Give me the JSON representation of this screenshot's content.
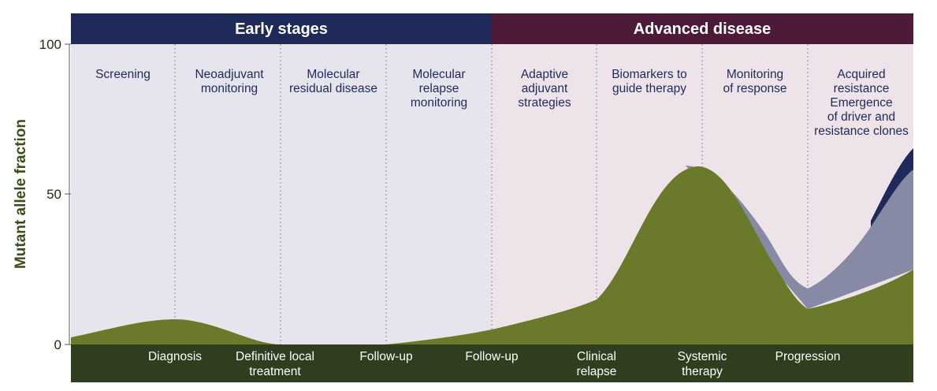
{
  "bands": {
    "early": {
      "label": "Early stages",
      "color": "#1f2a5a"
    },
    "advanced": {
      "label": "Advanced disease",
      "color": "#4d1a3a"
    }
  },
  "phases": [
    {
      "lines": [
        "Screening"
      ]
    },
    {
      "lines": [
        "Neoadjuvant",
        "monitoring"
      ]
    },
    {
      "lines": [
        "Molecular",
        "residual disease"
      ]
    },
    {
      "lines": [
        "Molecular",
        "relapse",
        "monitoring"
      ]
    },
    {
      "lines": [
        "Adaptive",
        "adjuvant",
        "strategies"
      ]
    },
    {
      "lines": [
        "Biomarkers to",
        "guide therapy"
      ]
    },
    {
      "lines": [
        "Monitoring",
        "of response"
      ]
    },
    {
      "lines": [
        "Acquired",
        "resistance",
        "Emergence",
        "of driver and",
        "resistance clones"
      ]
    }
  ],
  "events": [
    {
      "lines": [
        "Diagnosis"
      ]
    },
    {
      "lines": [
        "Definitive local",
        "treatment"
      ]
    },
    {
      "lines": [
        "Follow-up"
      ]
    },
    {
      "lines": [
        "Follow-up"
      ]
    },
    {
      "lines": [
        "Clinical",
        "relapse"
      ]
    },
    {
      "lines": [
        "Systemic",
        "therapy"
      ]
    },
    {
      "lines": [
        "Progression"
      ]
    }
  ],
  "y_axis": {
    "label": "Mutant allele fraction",
    "ticks": [
      "0",
      "50",
      "100"
    ]
  },
  "colors": {
    "early_panel": "#e6e4ec",
    "advanced_panel": "#ede3e9",
    "driver_clone": "#6b7a2a",
    "resistance_clone_light": "#868aa4",
    "resistance_clone_dark": "#1f2a5a",
    "event_bar": "#2f3e1f",
    "divider": "#9a9aa8"
  }
}
